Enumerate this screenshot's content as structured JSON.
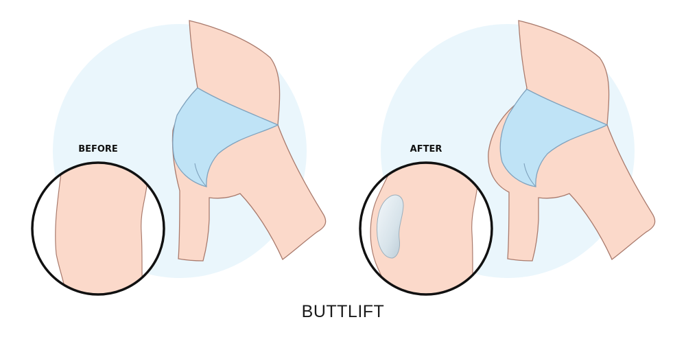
{
  "panels": [
    {
      "label": "BEFORE"
    },
    {
      "label": "AFTER"
    }
  ],
  "caption": "BUTTLIFT",
  "colors": {
    "skin": "#fbd9ca",
    "skin_outline": "#a97a6c",
    "underwear": "#bfe3f6",
    "underwear_outline": "#7fa2bd",
    "backdrop_circle": "#eaf6fc",
    "implant": "#dfe9ef",
    "inset_ring": "#111111"
  }
}
